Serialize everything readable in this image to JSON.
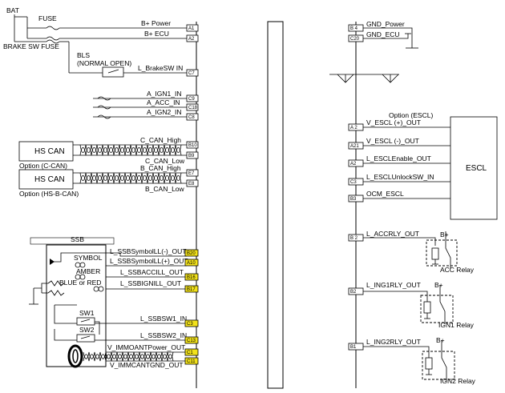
{
  "power": {
    "bat": "BAT",
    "fuse": "FUSE",
    "brake_sw_fuse": "BRAKE SW FUSE",
    "bls": "BLS",
    "bls_type": "(NORMAL OPEN)",
    "b_power": "B+ Power",
    "b_ecu": "B+ ECU",
    "brakesw": "L_BrakeSW IN"
  },
  "ign": {
    "ign1": "A_IGN1_IN",
    "acc": "A_ACC_IN",
    "ign2": "A_IGN2_IN"
  },
  "can": {
    "hs_can": "HS CAN",
    "c_high": "C_CAN_High",
    "c_low": "C_CAN_Low",
    "b_high": "B_CAN_High",
    "b_low": "B_CAN_Low",
    "opt_c": "Option (C-CAN)",
    "opt_hsb": "Option (HS-B-CAN)"
  },
  "ssb": {
    "title": "SSB",
    "symbol": "SYMBOL",
    "amber": "AMBER",
    "blue_red": "BLUE or RED",
    "sw1": "SW1",
    "sw2": "SW2",
    "sym_minus": "L_SSBSymbolLL(-)_OUT",
    "sym_plus": "L_SSBSymbolLL(+)_OUT",
    "accill": "L_SSBACCILL_OUT",
    "ignill": "L_SSBIGNILL_OUT",
    "sw1_in": "L_SSBSW1_IN",
    "sw2_in": "L_SSBSW2_IN",
    "ant_pwr": "V_IMMOANTPower_OUT",
    "ant_gnd": "V_IMMCANTGND_OUT"
  },
  "right": {
    "gnd_power": "GND_Power",
    "gnd_ecu": "GND_ECU",
    "option_escl": "Option (ESCL)",
    "escl": "ESCL",
    "v_escl_p": "V_ESCL (+)_OUT",
    "v_escl_m": "V_ESCL (-)_OUT",
    "escl_enable": "L_ESCLEnable_OUT",
    "escl_unlock": "L_ESCLUnlockSW_IN",
    "ocm_escl": "OCM_ESCL",
    "accrly": "L_ACCRLY_OUT",
    "ing1": "L_ING1RLY_OUT",
    "ing2": "L_ING2RLY_OUT",
    "acc_relay": "ACC Relay",
    "ign1_relay": "IGN1 Relay",
    "ign2_relay": "IGN2 Relay",
    "bplus": "B+"
  },
  "pins_left": {
    "a1": "A1",
    "a2": "A2",
    "c7": "C7",
    "c9": "C9",
    "c18": "C18",
    "c8": "C8",
    "b10": "B10",
    "b9": "B9",
    "e7": "E7",
    "e8": "E8",
    "b20": "B20",
    "a10": "A10",
    "b16": "B16",
    "b17": "B17",
    "c3": "C3",
    "c13": "C13",
    "c1": "C1",
    "c11": "C11"
  },
  "pins_right": {
    "b4": "B 4",
    "c20": "C20",
    "a2": "A 2",
    "a21": "A21",
    "a22": "A2",
    "c3": "C3",
    "b3": "B3",
    "b2": "B 2",
    "b2b": "B2",
    "b1": "B1"
  }
}
